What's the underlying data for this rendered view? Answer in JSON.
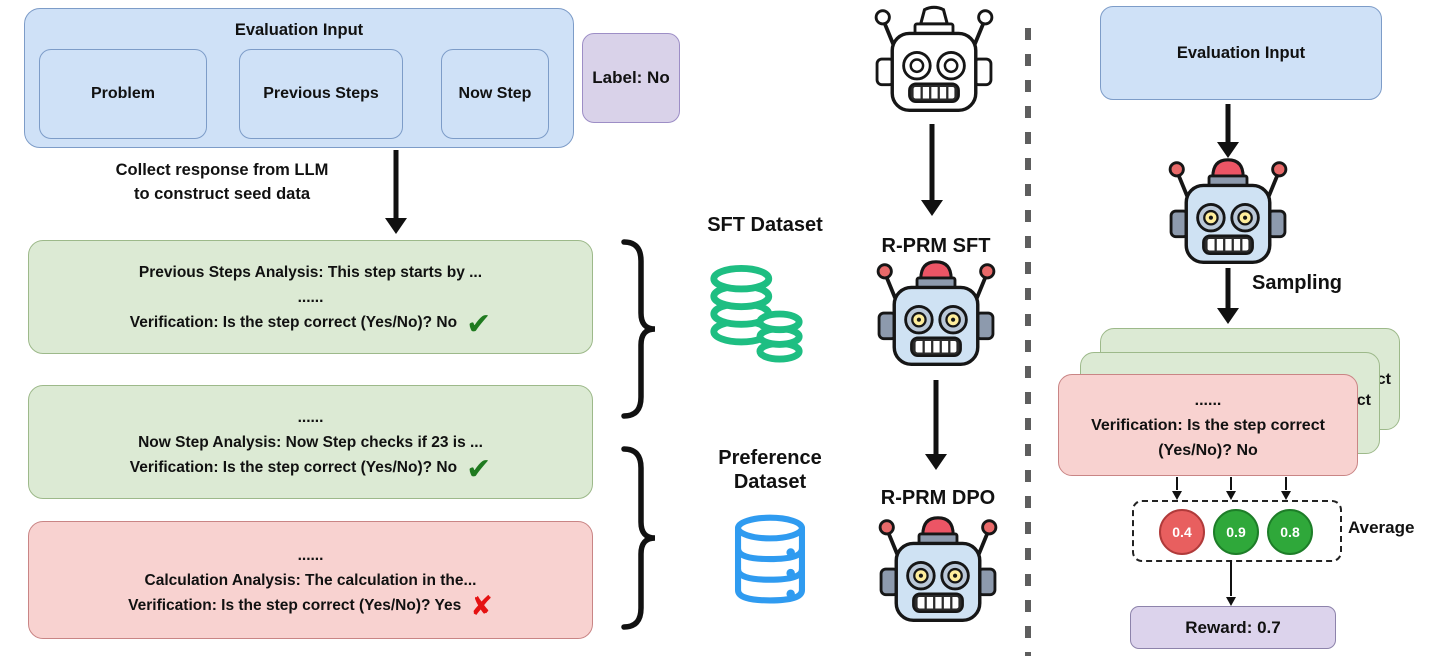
{
  "left": {
    "eval_input": {
      "title": "Evaluation Input",
      "children": [
        "Problem",
        "Previous Steps",
        "Now Step"
      ]
    },
    "label_box": "Label: No",
    "collect_note": {
      "line1": "Collect response from LLM",
      "line2": "to construct seed data"
    },
    "response_cards": [
      {
        "lines": [
          "Previous Steps Analysis: This step starts by ...",
          "......",
          "Verification: Is the step correct (Yes/No)? No"
        ],
        "mark": "check"
      },
      {
        "lines": [
          "......",
          "Now Step Analysis: Now Step checks if 23 is ...",
          "Verification: Is the step correct (Yes/No)? No"
        ],
        "mark": "check"
      },
      {
        "lines": [
          "......",
          "Calculation Analysis: The calculation in the...",
          "Verification: Is the step correct (Yes/No)? Yes"
        ],
        "mark": "cross"
      }
    ]
  },
  "middle": {
    "sft_dataset_label": "SFT Dataset",
    "preference_dataset": {
      "line1": "Preference",
      "line2": "Dataset"
    },
    "rprm_sft_label": "R-PRM SFT",
    "rprm_dpo_label": "R-PRM DPO"
  },
  "right": {
    "eval_input_title": "Evaluation Input",
    "sampling_label": "Sampling",
    "card_fragments": [
      "ct",
      "ct"
    ],
    "front_card_lines": [
      "......",
      "Verification: Is the step correct",
      "(Yes/No)? No"
    ],
    "scores": [
      {
        "value": "0.4",
        "color": "red"
      },
      {
        "value": "0.9",
        "color": "green"
      },
      {
        "value": "0.8",
        "color": "green"
      }
    ],
    "average_label": "Average",
    "reward_label": "Reward: 0.7"
  },
  "icons": {
    "check_glyph": "✔",
    "cross_glyph": "✘"
  },
  "colors": {
    "blue_fill": "#cfe1f7",
    "blue_border": "#7d9cc8",
    "green_fill": "#dcead4",
    "green_border": "#9db98a",
    "red_fill": "#f8d2d0",
    "red_border": "#c98585",
    "purple_fill": "#d9d2e9",
    "purple_border": "#9d8ec6",
    "check_green": "#1f7a1f",
    "cross_red": "#e51212",
    "db_green": "#1EBE82",
    "db_blue": "#2F9BF0",
    "score_red": {
      "fill": "#e85f5f",
      "border": "#b03a3a"
    },
    "score_green": {
      "fill": "#2fa83a",
      "border": "#1d7d28"
    }
  }
}
